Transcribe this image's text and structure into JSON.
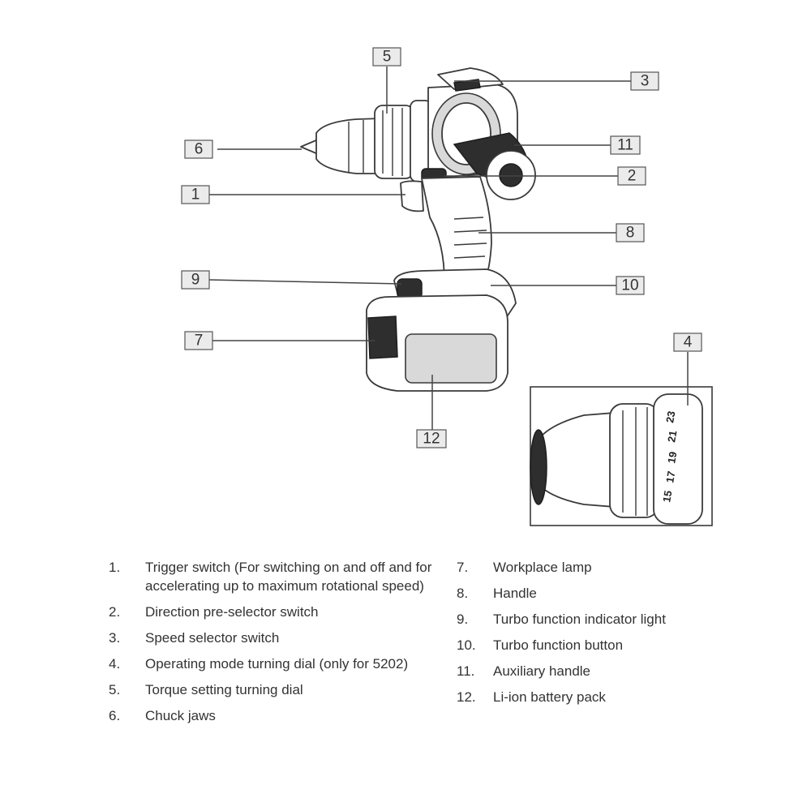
{
  "callouts": [
    "1",
    "2",
    "3",
    "4",
    "5",
    "6",
    "7",
    "8",
    "9",
    "10",
    "11",
    "12"
  ],
  "dial_numbers": [
    "15",
    "17",
    "19",
    "21",
    "23"
  ],
  "legend": [
    {
      "num": "1.",
      "text": "Trigger switch (For switching on and off and for accelerating up to maximum rotational speed)"
    },
    {
      "num": "2.",
      "text": "Direction pre-selector switch"
    },
    {
      "num": "3.",
      "text": "Speed selector switch"
    },
    {
      "num": "4.",
      "text": "Operating mode turning dial (only for 5202)"
    },
    {
      "num": "5.",
      "text": "Torque setting turning dial"
    },
    {
      "num": "6.",
      "text": "Chuck jaws"
    },
    {
      "num": "7.",
      "text": "Workplace lamp"
    },
    {
      "num": "8.",
      "text": "Handle"
    },
    {
      "num": "9.",
      "text": "Turbo function indicator light"
    },
    {
      "num": "10.",
      "text": "Turbo function button"
    },
    {
      "num": "11.",
      "text": "Auxiliary handle"
    },
    {
      "num": "12.",
      "text": "Li-ion battery pack"
    }
  ]
}
